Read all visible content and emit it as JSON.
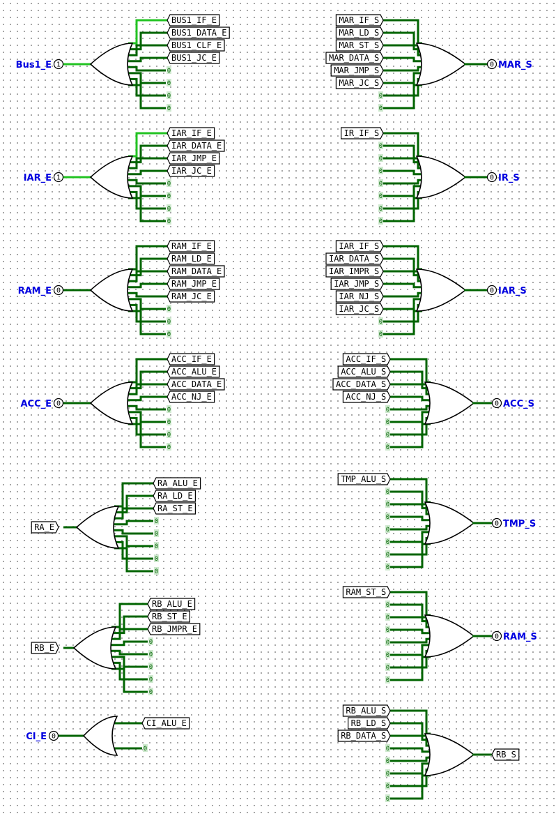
{
  "colors": {
    "wire": "#006400",
    "wire_active": "#22c322",
    "label": "#0000e0",
    "gate": "#000000",
    "const_bg": "#cfe9cf"
  },
  "left_groups": [
    {
      "id": "bus1-e",
      "pin": "Bus1_E",
      "pin_type": "input",
      "value": "1",
      "gate": "or",
      "outputs": [
        "BUS1_IF_E",
        "BUS1_DATA_E",
        "BUS1_CLF_E",
        "BUS1_JC_E"
      ],
      "consts": 4,
      "active": true
    },
    {
      "id": "iar-e",
      "pin": "IAR_E",
      "pin_type": "input",
      "value": "1",
      "gate": "or",
      "outputs": [
        "IAR_IF_E",
        "IAR_DATA_E",
        "IAR_JMP_E",
        "IAR_JC_E"
      ],
      "consts": 4,
      "active": true
    },
    {
      "id": "ram-e",
      "pin": "RAM_E",
      "pin_type": "input",
      "value": "0",
      "gate": "or",
      "outputs": [
        "RAM_IF_E",
        "RAM_LD_E",
        "RAM_DATA_E",
        "RAM_JMP_E",
        "RAM_JC_E"
      ],
      "consts": 3,
      "active": false
    },
    {
      "id": "acc-e",
      "pin": "ACC_E",
      "pin_type": "input",
      "value": "0",
      "gate": "or",
      "outputs": [
        "ACC_IF_E",
        "ACC_ALU_E",
        "ACC_DATA_E",
        "ACC_NJ_E"
      ],
      "consts": 4,
      "active": false
    },
    {
      "id": "ra-e",
      "pin": "RA_E",
      "pin_type": "tunnel",
      "value": "",
      "gate": "or",
      "outputs": [
        "RA_ALU_E",
        "RA_LD_E",
        "RA_ST_E"
      ],
      "consts": 5,
      "active": false
    },
    {
      "id": "rb-e",
      "pin": "RB_E",
      "pin_type": "tunnel",
      "value": "",
      "gate": "or",
      "outputs": [
        "RB_ALU_E",
        "RB_ST_E",
        "RB_JMPR_E"
      ],
      "consts": 5,
      "active": false
    },
    {
      "id": "ci-e",
      "pin": "CI_E",
      "pin_type": "input",
      "value": "0",
      "gate": "or",
      "outputs": [
        "CI_ALU_E"
      ],
      "consts": 1,
      "active": false
    }
  ],
  "right_groups": [
    {
      "id": "mar-s",
      "pin": "MAR_S",
      "pin_type": "output",
      "value": "0",
      "gate": "or",
      "inputs": [
        "MAR_IF_S",
        "MAR_LD_S",
        "MAR_ST_S",
        "MAR_DATA_S",
        "MAR_JMP_S",
        "MAR_JC_S"
      ],
      "consts": 2
    },
    {
      "id": "ir-s",
      "pin": "IR_S",
      "pin_type": "output",
      "value": "0",
      "gate": "or",
      "inputs": [
        "IR_IF_S"
      ],
      "consts": 7
    },
    {
      "id": "iar-s",
      "pin": "IAR_S",
      "pin_type": "output",
      "value": "0",
      "gate": "or",
      "inputs": [
        "IAR_IF_S",
        "IAR_DATA_S",
        "IAR_IMPR_S",
        "IAR_JMP_S",
        "IAR_NJ_S",
        "IAR_JC_S"
      ],
      "consts": 2
    },
    {
      "id": "acc-s",
      "pin": "ACC_S",
      "pin_type": "output",
      "value": "0",
      "gate": "or",
      "inputs": [
        "ACC_IF_S",
        "ACC_ALU_S",
        "ACC_DATA_S",
        "ACC_NJ_S"
      ],
      "consts": 4
    },
    {
      "id": "tmp-s",
      "pin": "TMP_S",
      "pin_type": "output",
      "value": "0",
      "gate": "or",
      "inputs": [
        "TMP_ALU_S"
      ],
      "consts": 7
    },
    {
      "id": "ram-s",
      "pin": "RAM_S",
      "pin_type": "output",
      "value": "0",
      "gate": "or",
      "inputs": [
        "RAM_ST_S"
      ],
      "consts": 7
    },
    {
      "id": "rb-s",
      "pin": "RB_S",
      "pin_type": "tunnel",
      "value": "",
      "gate": "or",
      "inputs": [
        "RB_ALU_S",
        "RB_LD_S",
        "RB_DATA_S"
      ],
      "consts": 5
    }
  ],
  "const_value": "0"
}
